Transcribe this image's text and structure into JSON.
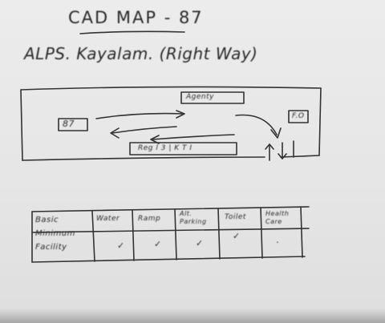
{
  "title": "CAD MAP - 87",
  "subtitle": "ALPS. Kayalam. (Right Way)",
  "map": {
    "left_box": "87",
    "top_box": "Agenty",
    "right_box": "F.O",
    "bottom_box": "Reg l 3 | K T I"
  },
  "table": {
    "row_header": "Basic Minimum Facility",
    "columns": [
      "Water",
      "Ramp",
      "Alt. Parking",
      "Toilet",
      "Health Care"
    ],
    "marks": [
      "✓",
      "✓",
      "✓",
      "✓",
      "·"
    ]
  }
}
